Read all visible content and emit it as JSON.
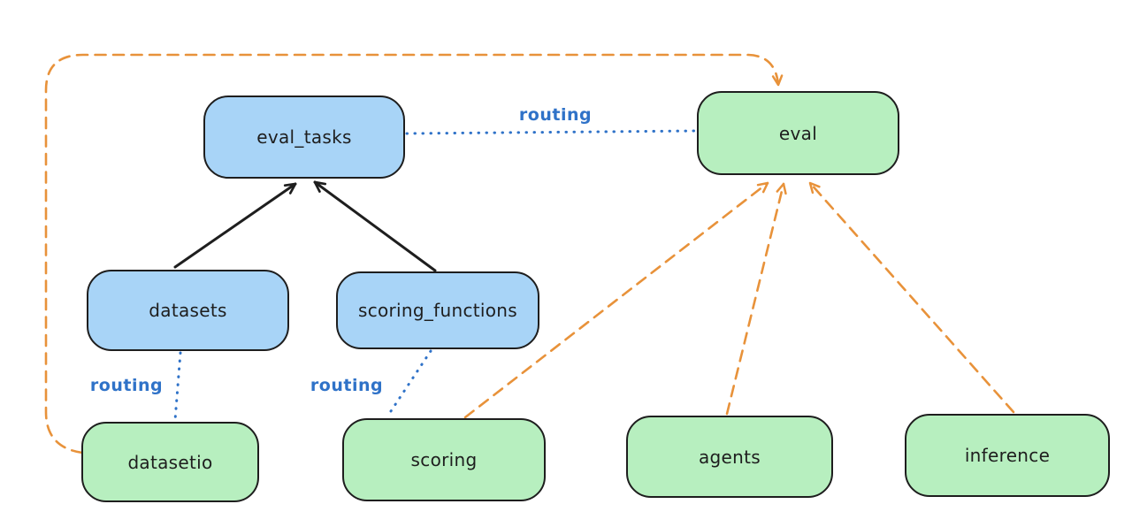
{
  "colors": {
    "background": "#ffffff",
    "api_box_fill": "#a8d4f7",
    "provider_box_fill": "#b7efbf",
    "box_border": "#1e1e1e",
    "node_text": "#1e1e1e",
    "solid_arrow": "#1e1e1e",
    "routing": "#2f72c8",
    "impl_arrow": "#e8923a"
  },
  "nodes": {
    "eval_tasks": {
      "label": "eval_tasks",
      "kind": "api"
    },
    "eval": {
      "label": "eval",
      "kind": "provider"
    },
    "datasets": {
      "label": "datasets",
      "kind": "api"
    },
    "scoring_functions": {
      "label": "scoring_functions",
      "kind": "api"
    },
    "datasetio": {
      "label": "datasetio",
      "kind": "provider"
    },
    "scoring": {
      "label": "scoring",
      "kind": "provider"
    },
    "agents": {
      "label": "agents",
      "kind": "provider"
    },
    "inference": {
      "label": "inference",
      "kind": "provider"
    }
  },
  "edge_labels": {
    "top": "routing",
    "left": "routing",
    "mid": "routing"
  },
  "edges": [
    {
      "from": "datasets",
      "to": "eval_tasks",
      "style": "solid-black",
      "label": ""
    },
    {
      "from": "scoring_functions",
      "to": "eval_tasks",
      "style": "solid-black",
      "label": ""
    },
    {
      "from": "eval_tasks",
      "to": "eval",
      "style": "dotted-blue",
      "label": "routing"
    },
    {
      "from": "datasets",
      "to": "datasetio",
      "style": "dotted-blue",
      "label": "routing"
    },
    {
      "from": "scoring_functions",
      "to": "scoring",
      "style": "dotted-blue",
      "label": "routing"
    },
    {
      "from": "datasetio",
      "to": "eval",
      "style": "dashed-orange",
      "label": ""
    },
    {
      "from": "scoring",
      "to": "eval",
      "style": "dashed-orange",
      "label": ""
    },
    {
      "from": "agents",
      "to": "eval",
      "style": "dashed-orange",
      "label": ""
    },
    {
      "from": "inference",
      "to": "eval",
      "style": "dashed-orange",
      "label": ""
    }
  ]
}
